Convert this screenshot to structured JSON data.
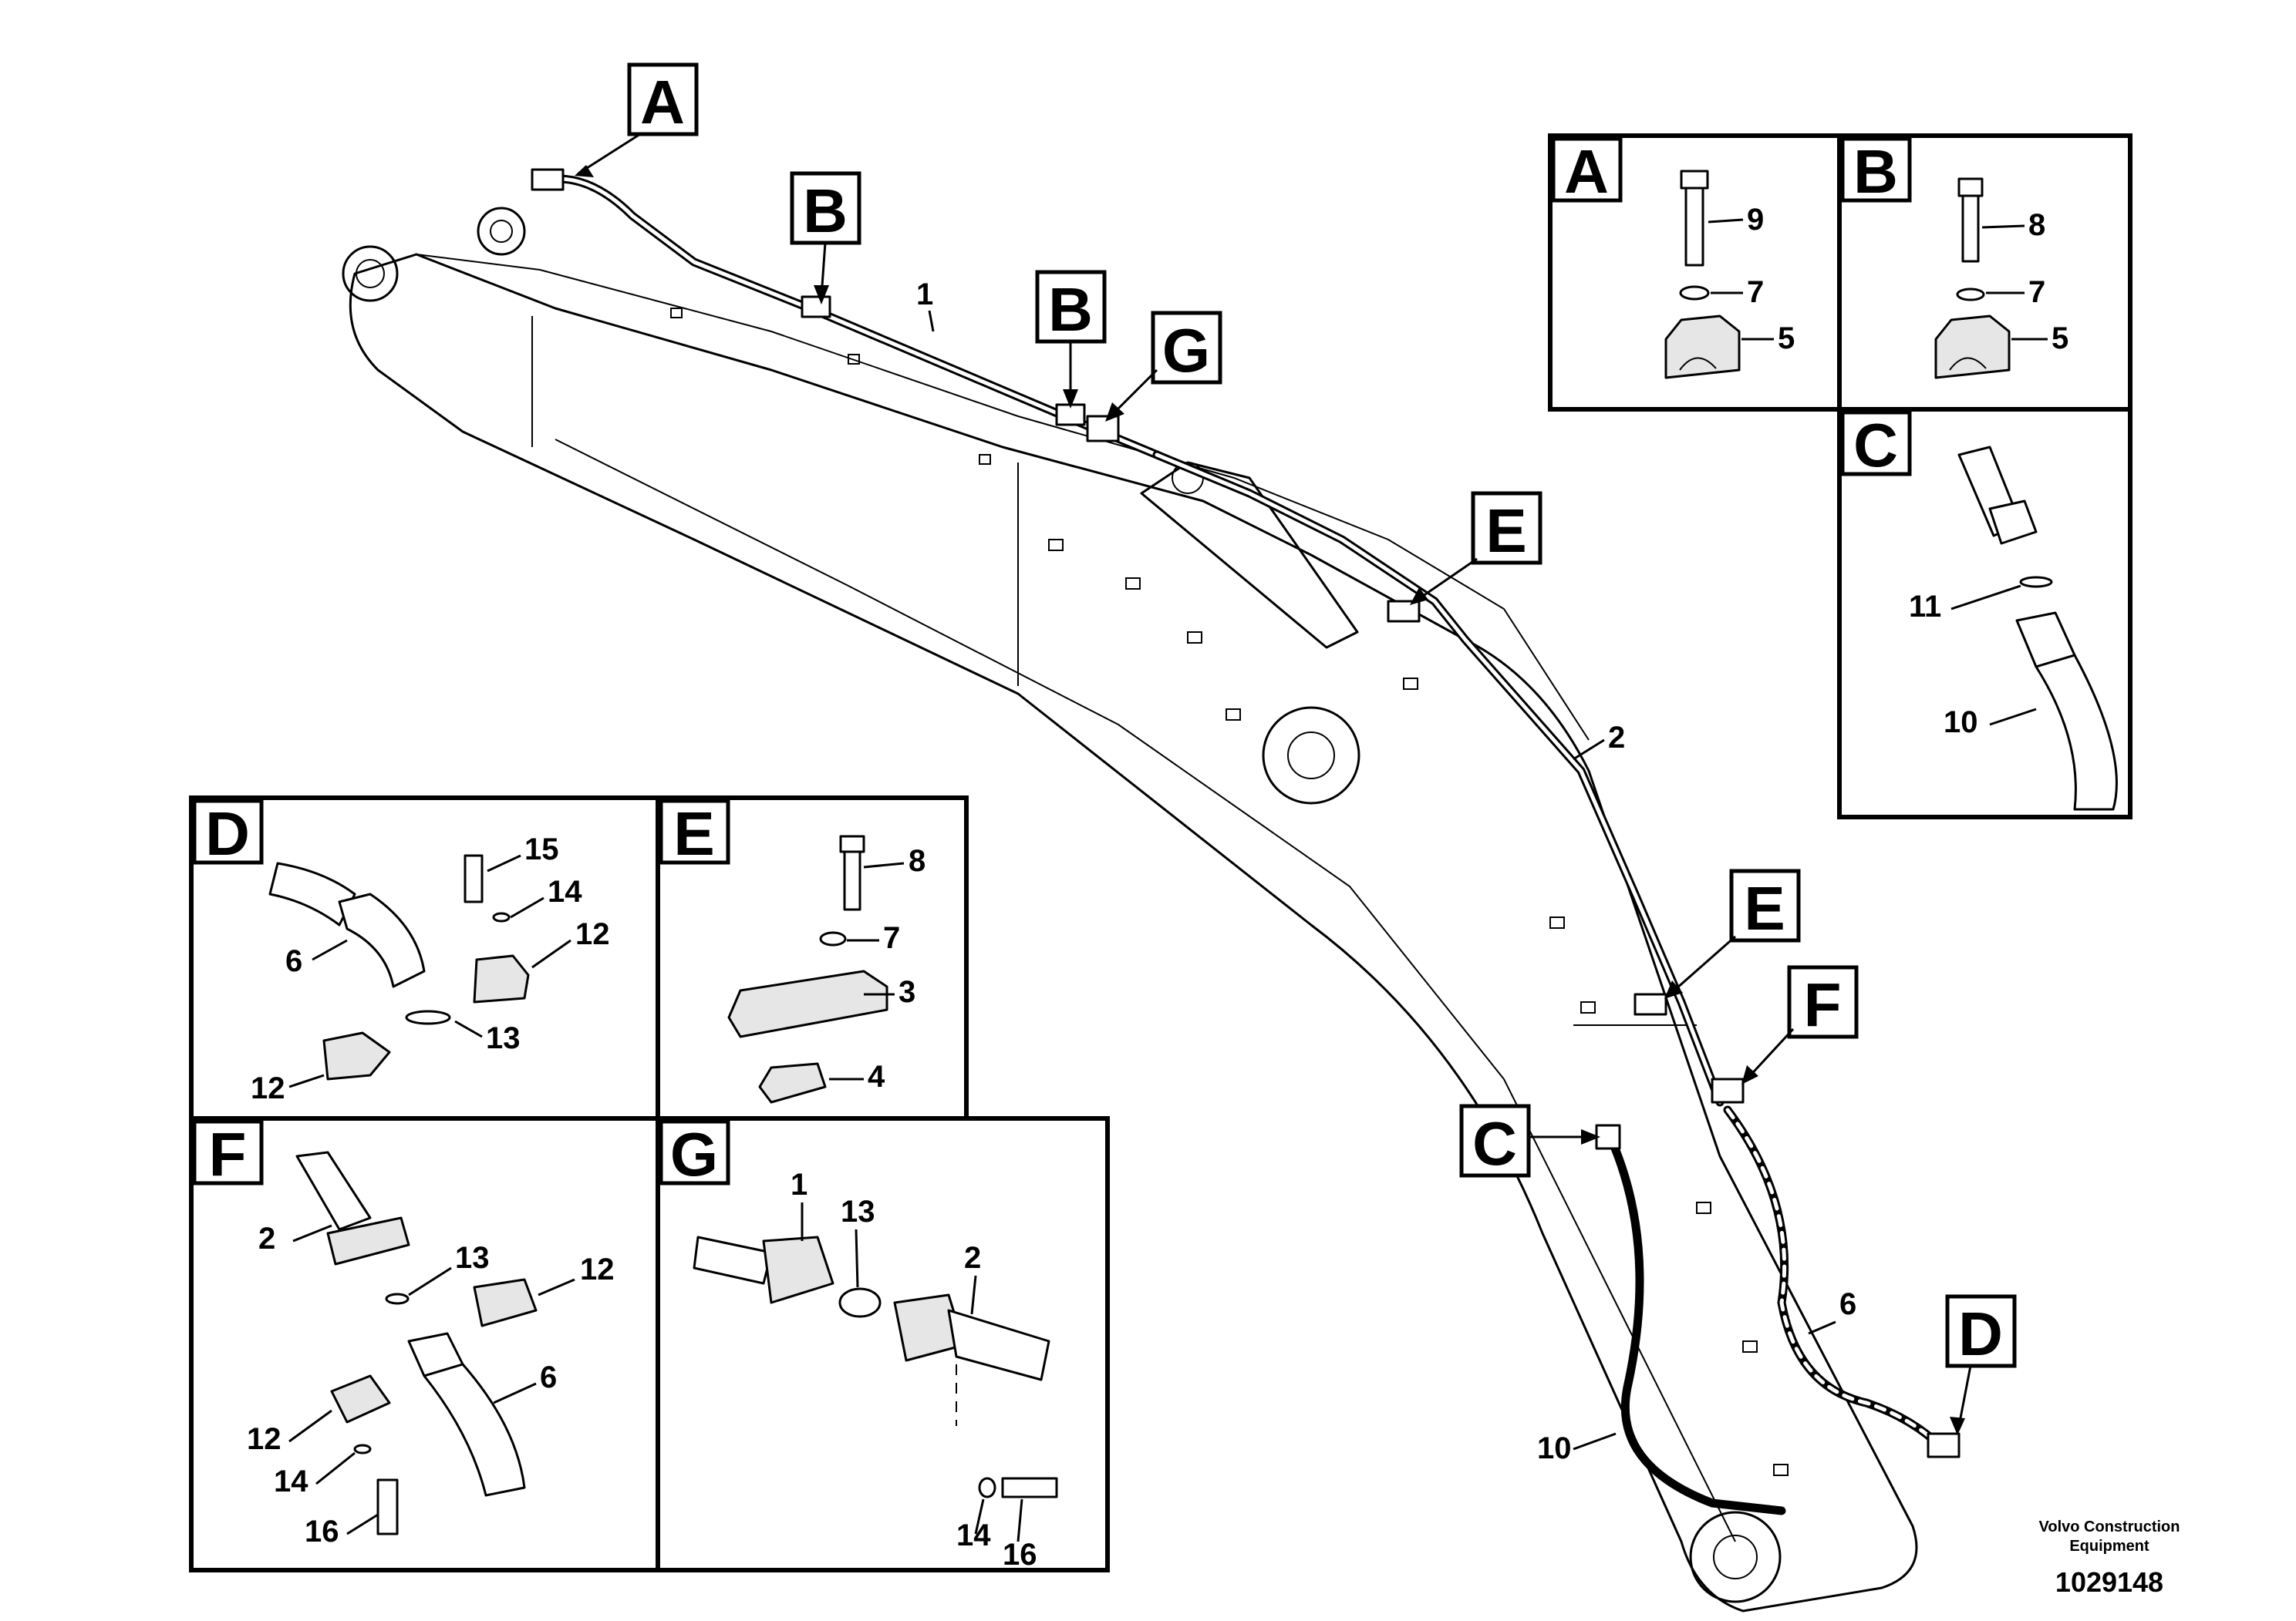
{
  "title": "",
  "callouts": {
    "a": "A",
    "b": "B",
    "c": "C",
    "d": "D",
    "e": "E",
    "f": "F",
    "g": "G"
  },
  "main_view": {
    "n1": "1",
    "n2": "2",
    "n6": "6",
    "n10": "10"
  },
  "detail_a": {
    "tag": "A",
    "n9": "9",
    "n7": "7",
    "n5": "5"
  },
  "detail_b": {
    "tag": "B",
    "n8": "8",
    "n7": "7",
    "n5": "5"
  },
  "detail_c": {
    "tag": "C",
    "n11": "11",
    "n10": "10"
  },
  "detail_d": {
    "tag": "D",
    "n15": "15",
    "n14": "14",
    "n12a": "12",
    "n6": "6",
    "n13": "13",
    "n12b": "12"
  },
  "detail_e": {
    "tag": "E",
    "n8": "8",
    "n7": "7",
    "n3": "3",
    "n4": "4"
  },
  "detail_f": {
    "tag": "F",
    "n2": "2",
    "n13": "13",
    "n12a": "12",
    "n6": "6",
    "n12b": "12",
    "n14": "14",
    "n16": "16"
  },
  "detail_g": {
    "tag": "G",
    "n1": "1",
    "n13": "13",
    "n2": "2",
    "n14": "14",
    "n16": "16"
  },
  "footer": {
    "brand_line1": "Volvo Construction",
    "brand_line2": "Equipment",
    "doc_number": "1029148"
  }
}
